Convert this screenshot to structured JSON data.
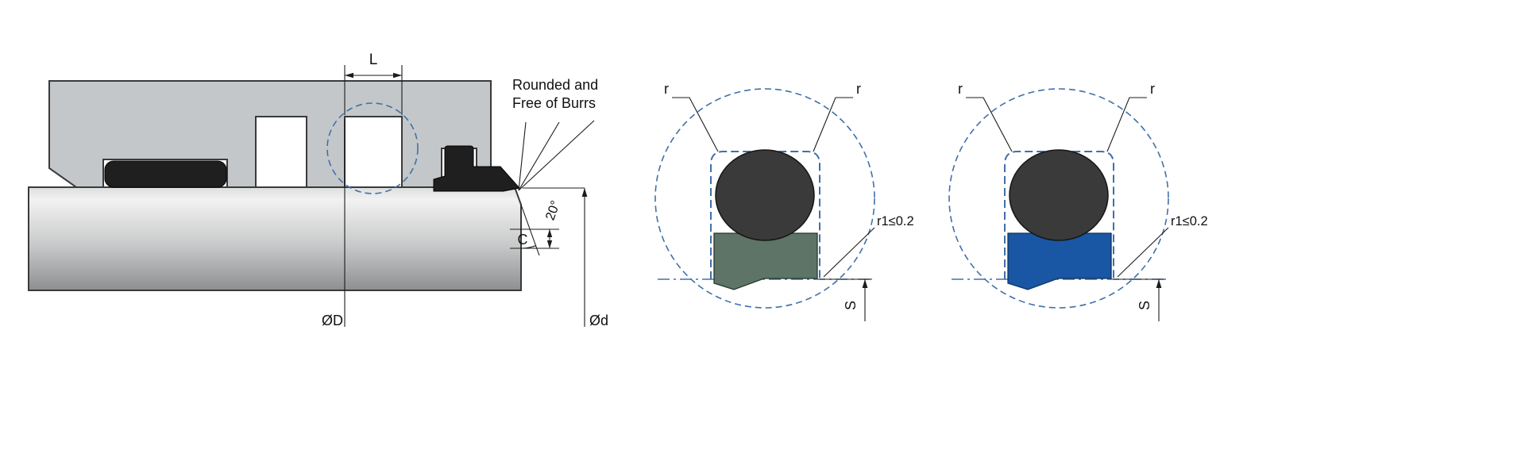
{
  "main_view": {
    "groove_width_label": "L",
    "edge_note_line1": "Rounded and",
    "edge_note_line2": "Free of Burrs",
    "chamfer_angle_label": "20°",
    "chamfer_length_label": "C",
    "groove_diameter_label": "ØD",
    "rod_diameter_label": "Ød"
  },
  "details": [
    {
      "radius_label_left": "r",
      "radius_label_right": "r",
      "corner_radius_note": "r1≤0.2",
      "section_height_label": "S",
      "seal_color": "#5d7466"
    },
    {
      "radius_label_left": "r",
      "radius_label_right": "r",
      "corner_radius_note": "r1≤0.2",
      "section_height_label": "S",
      "seal_color": "#1956a4"
    }
  ],
  "colors": {
    "housing_fill": "#c4c7c9",
    "seal_dark": "#1f1f1f",
    "oring_fill": "#3a3a3a",
    "detail_line_blue": "#4070a8",
    "dimension_line": "#1c1c1c",
    "rod_light": "#f2f2f2",
    "rod_dark": "#8d8f90"
  }
}
